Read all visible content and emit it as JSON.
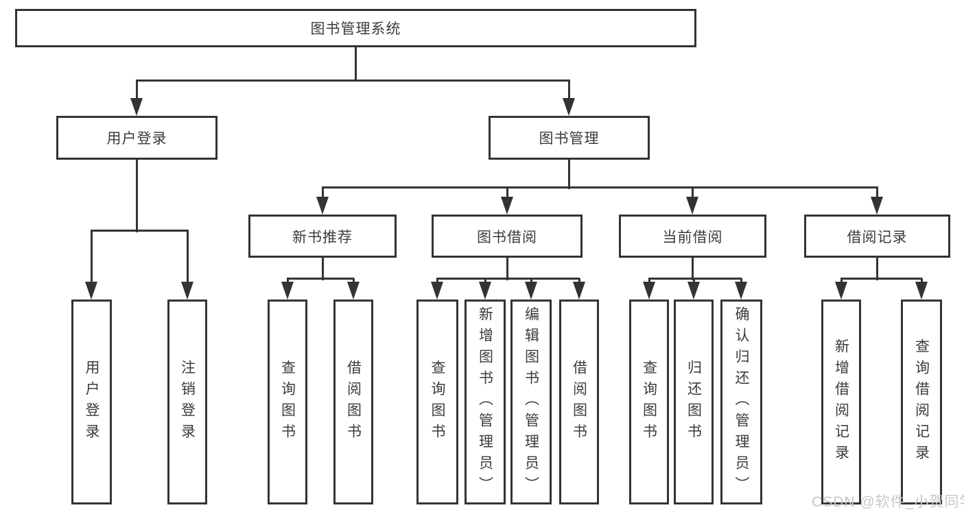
{
  "diagram": {
    "title": "图书管理系统",
    "watermark": "CSDN @软件_小贺同学",
    "colors": {
      "line": "#333333",
      "text": "#3b3b3b",
      "watermark_text": "#c7c7c7",
      "background": "#ffffff"
    },
    "nodes": {
      "root": {
        "label": "图书管理系统"
      },
      "user_login": {
        "label": "用户登录"
      },
      "book_mgmt": {
        "label": "图书管理"
      },
      "new_book_rec": {
        "label": "新书推荐"
      },
      "book_borrow": {
        "label": "图书借阅"
      },
      "current_borrow": {
        "label": "当前借阅"
      },
      "borrow_record": {
        "label": "借阅记录"
      },
      "login": {
        "label": "用户登录"
      },
      "logout": {
        "label": "注销登录"
      },
      "rec_query_book": {
        "label": "查询图书"
      },
      "rec_borrow_book": {
        "label": "借阅图书"
      },
      "bor_query_book": {
        "label": "查询图书"
      },
      "bor_add_book": {
        "label": "新增图书（管理员）"
      },
      "bor_edit_book": {
        "label": "编辑图书（管理员）"
      },
      "bor_borrow_book": {
        "label": "借阅图书"
      },
      "cur_query_book": {
        "label": "查询图书"
      },
      "cur_return_book": {
        "label": "归还图书"
      },
      "cur_confirm_return": {
        "label": "确认归还（管理员）"
      },
      "rec2_add_record": {
        "label": "新增借阅记录"
      },
      "rec2_query_record": {
        "label": "查询借阅记录"
      }
    },
    "hierarchy": {
      "root": [
        "user_login",
        "book_mgmt"
      ],
      "user_login": [
        "login",
        "logout"
      ],
      "book_mgmt": [
        "new_book_rec",
        "book_borrow",
        "current_borrow",
        "borrow_record"
      ],
      "new_book_rec": [
        "rec_query_book",
        "rec_borrow_book"
      ],
      "book_borrow": [
        "bor_query_book",
        "bor_add_book",
        "bor_edit_book",
        "bor_borrow_book"
      ],
      "current_borrow": [
        "cur_query_book",
        "cur_return_book",
        "cur_confirm_return"
      ],
      "borrow_record": [
        "rec2_add_record",
        "rec2_query_record"
      ]
    }
  }
}
